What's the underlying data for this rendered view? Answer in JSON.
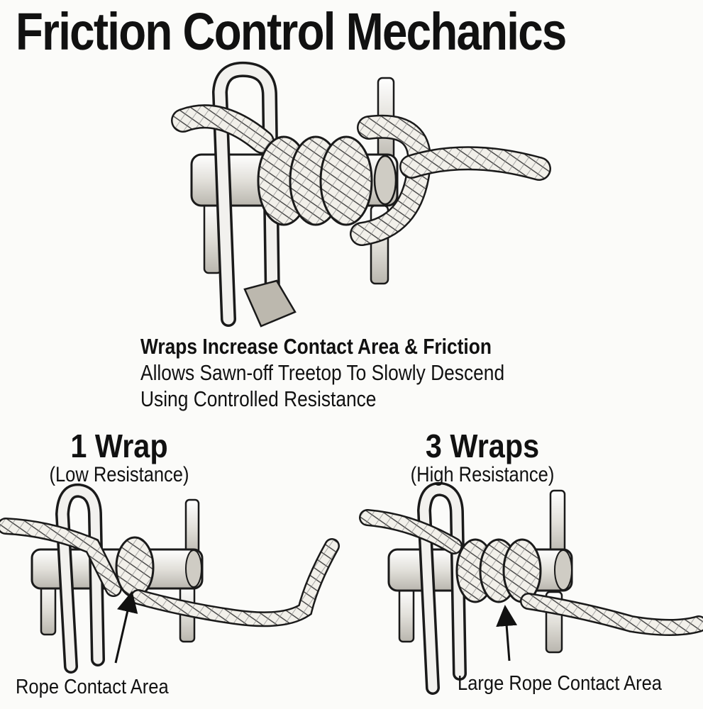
{
  "title": "Friction Control Mechanics",
  "caption": {
    "line1": "Wraps Increase Contact Area & Friction",
    "line2": "Allows Sawn-off Treetop To Slowly Descend",
    "line3": "Using Controlled Resistance"
  },
  "left_panel": {
    "heading": "1 Wrap",
    "subheading": "(Low Resistance)",
    "label": "Rope Contact Area"
  },
  "right_panel": {
    "heading": "3 Wraps",
    "subheading": "(High Resistance)",
    "label": "Large Rope Contact Area"
  },
  "colors": {
    "ink": "#1a1a1a",
    "metal": "#e6e4df",
    "rope": "#f2f0ea"
  }
}
